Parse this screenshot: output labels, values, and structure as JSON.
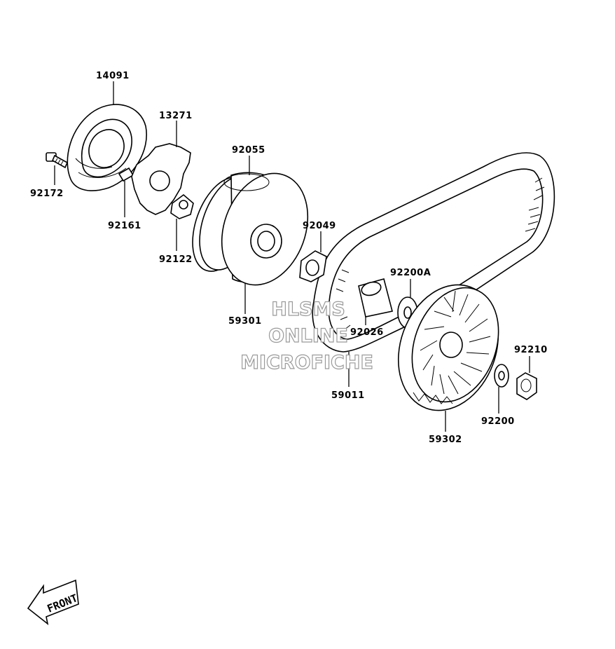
{
  "diagram": {
    "part_numbers": {
      "p14091": "14091",
      "p13271": "13271",
      "p92172": "92172",
      "p92161": "92161",
      "p92122": "92122",
      "p92055": "92055",
      "p92049": "92049",
      "p59301": "59301",
      "p92200A": "92200A",
      "p92026": "92026",
      "p59011": "59011",
      "p92210": "92210",
      "p92200": "92200",
      "p59302": "59302"
    },
    "watermark": {
      "line1": "HLSMS",
      "line2": "ONLINE",
      "line3": "MICROFICHE"
    },
    "front_marker": "FRONT"
  }
}
